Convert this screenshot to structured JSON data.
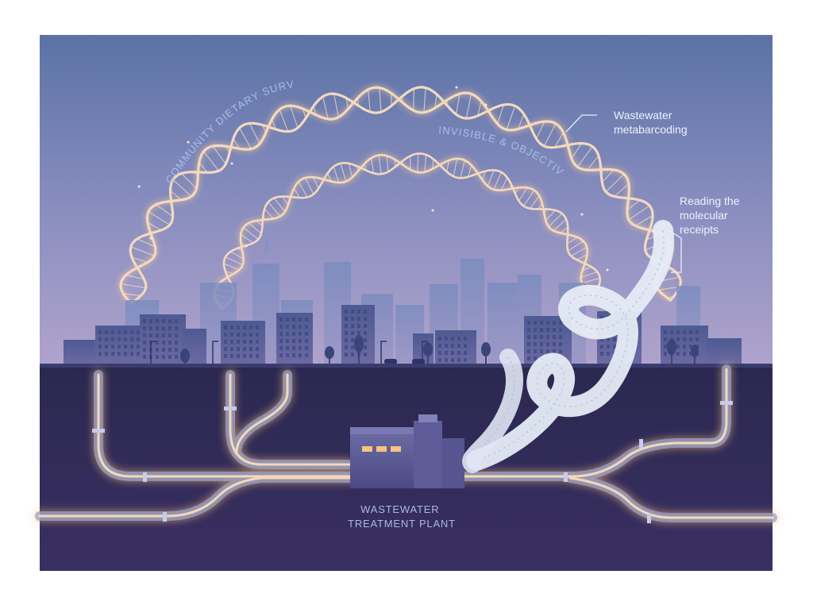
{
  "labels": {
    "arc_outer": "COMMUNITY DIETARY SURVEY",
    "arc_inner": "INVISIBLE & OBJECTIVE",
    "callout_top_line1": "Wastewater",
    "callout_top_line2": "metabarcoding",
    "callout_mid_line1": "Reading the",
    "callout_mid_line2": "molecular",
    "callout_mid_line3": "receipts",
    "plant_line1": "WASTEWATER",
    "plant_line2": "TREATMENT PLANT"
  },
  "colors": {
    "sky_top": "#5f77a8",
    "sky_bottom": "#a59ac6",
    "ground": "#2f2b55",
    "pipe_glow": "#f5c58a",
    "dna": "#f3d9bf",
    "text_light": "#dfe6f7",
    "label_blue": "#aab9e6"
  }
}
